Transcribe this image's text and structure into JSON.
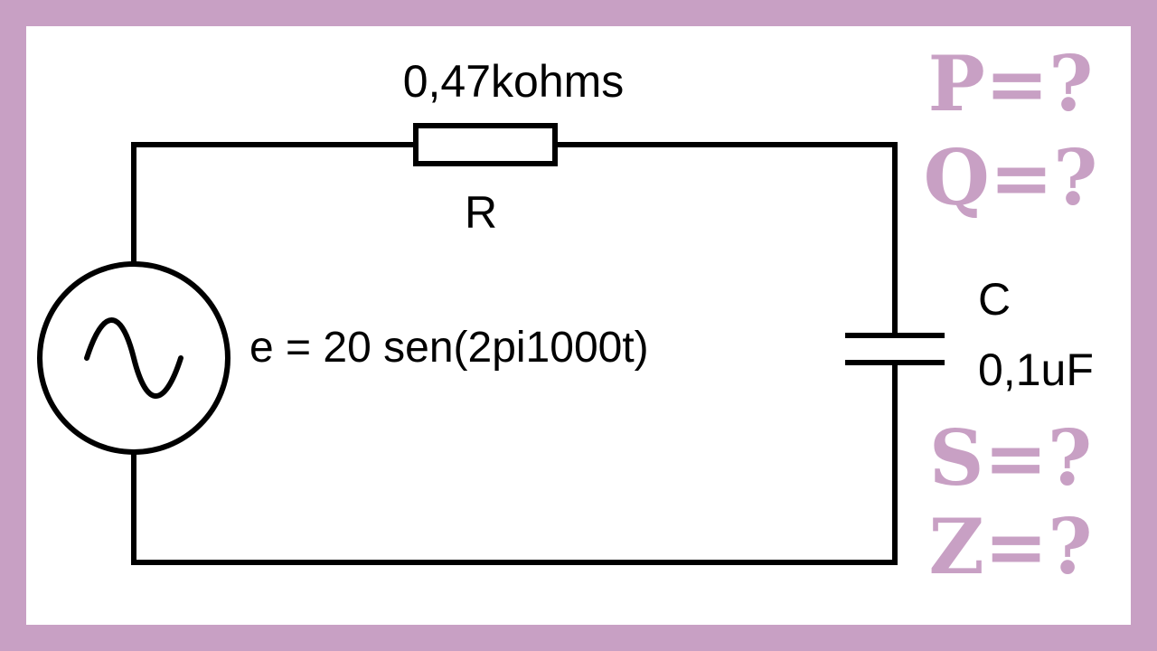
{
  "colors": {
    "frame": "#c8a0c4",
    "background": "#ffffff",
    "wire": "#000000",
    "question": "#c8a0c4"
  },
  "resistor": {
    "value": "0,47kohms",
    "name": "R"
  },
  "source": {
    "equation": "e = 20 sen(2pi1000t)",
    "symbol": "ac-source-icon"
  },
  "capacitor": {
    "name": "C",
    "value": "0,1uF"
  },
  "questions": [
    "P=?",
    "Q=?",
    "S=?",
    "Z=?"
  ]
}
